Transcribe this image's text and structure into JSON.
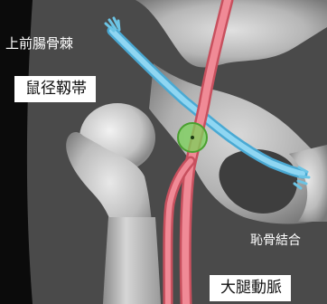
{
  "labels": {
    "asis": "上前腸骨棘",
    "inguinal_ligament": "鼠径靱帯",
    "pubic_symphysis": "恥骨結合",
    "femoral_artery": "大腿動脈"
  },
  "colors": {
    "background": "#0b0b0b",
    "bone": "#bdbdbd",
    "ligament": "#6cc4e4",
    "artery": "#ee7f8a",
    "marker": "#7bd35a"
  }
}
